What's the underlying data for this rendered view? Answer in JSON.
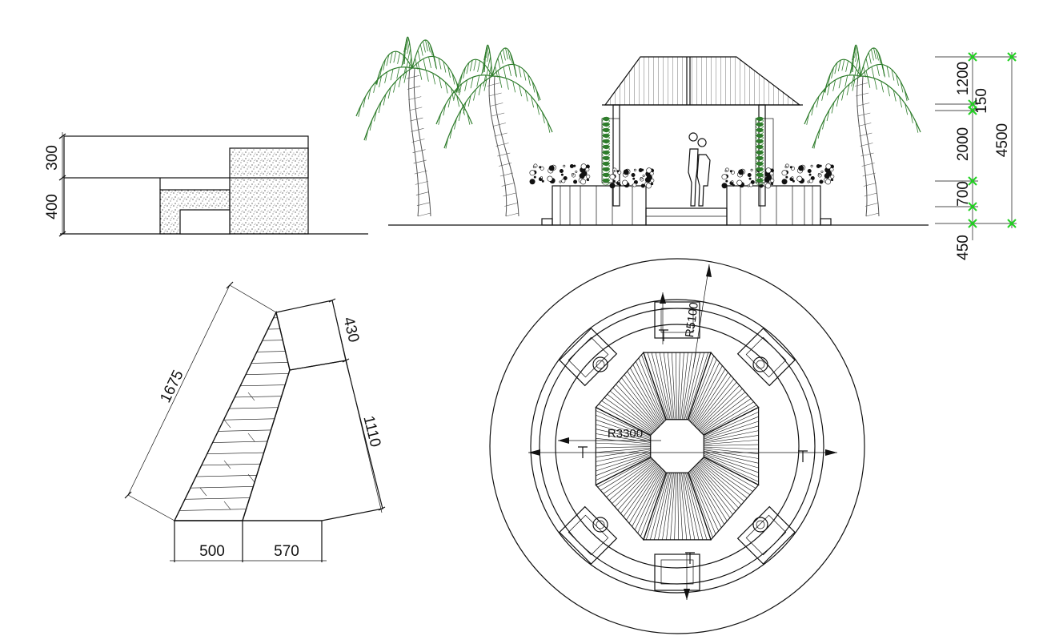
{
  "colors": {
    "ink": "#111111",
    "foliage": "#2f7d2c",
    "dimension_marker": "#21d321",
    "background": "#ffffff"
  },
  "side_section": {
    "dims": {
      "upper": "300",
      "lower": "400"
    }
  },
  "elevation": {
    "dims": {
      "roof": "1200",
      "beam": "150",
      "column": "2000",
      "planter": "700",
      "base": "450",
      "total": "4500"
    }
  },
  "triangle_detail": {
    "dims": {
      "hypotenuse": "1675",
      "top_offset": "430",
      "right_side": "1110",
      "base_left": "500",
      "base_right": "570"
    }
  },
  "plan": {
    "dims": {
      "outer_radius": "R5100",
      "inner_radius": "R3300"
    }
  }
}
